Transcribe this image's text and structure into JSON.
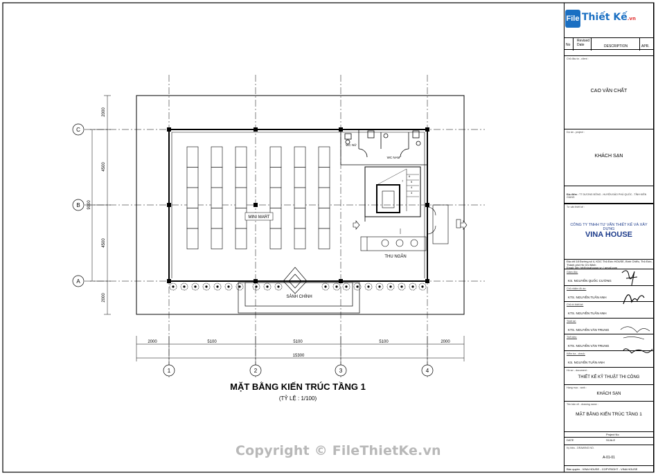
{
  "drawing": {
    "title": "MẶT BẰNG KIẾN TRÚC TẦNG 1",
    "scale": "(TỶ LỆ : 1/100)",
    "axes_vertical": [
      "1",
      "2",
      "3",
      "4"
    ],
    "axes_horizontal": [
      "C",
      "B",
      "A"
    ],
    "dims_bottom": [
      "2000",
      "5100",
      "5100",
      "5100",
      "2000"
    ],
    "dim_total": "15300",
    "dims_left": [
      "2000",
      "4500",
      "4500",
      "2000"
    ],
    "dim_left_total": "9000",
    "rooms": {
      "mini_mart": "MINI MART",
      "wc_nu": "WC NỮ",
      "wc_nam": "WC NAM",
      "thu_ngan": "THU NGÂN",
      "sanh_chinh": "SẢNH CHÍNH"
    },
    "stair_numbers": [
      "7",
      "6",
      "5",
      "4",
      "3"
    ]
  },
  "logo": {
    "badge": "File",
    "name": "Thiết Kế",
    "domain": ".vn"
  },
  "title_block": {
    "rev_no": "No",
    "rev_revised": "Revised",
    "rev_date": "Date",
    "rev_description": "DESCRIPTION",
    "rev_apr": "APR.",
    "client_caption": "Chủ đầu tư - client :",
    "client": "CAO VĂN CHẤT",
    "project_caption": "Dự án - project :",
    "project": "KHÁCH SẠN",
    "address_caption": "Địa điểm :",
    "address": "TT DƯƠNG ĐÔNG - HUYỆN ĐẢO PHÚ QUỐC - TỈNH KIÊN GIANG",
    "consultant_caption": "Tư vấn thiết kế :",
    "company_line": "CÔNG TY TNHH TƯ VẤN THIẾT KẾ VÀ XÂY DỰNG",
    "company_name": "VINA HOUSE",
    "company_addr": "Địa chỉ:18 Đường số 4, KDC Thủ Đức HOUSE, Bình Chiểu, Thủ Đức, Thành phố Hồ Chí Minh",
    "company_contact": "Email: liên hệ@vinahouse.vn | gmail.com",
    "roles": [
      {
        "role": "Giám đốc:",
        "name": "KS. NGUYỄN QUỐC CƯỜNG"
      },
      {
        "role": "Chủ nhiệm đồ án:",
        "name": "KTS. NGUYỄN TUẤN ANH"
      },
      {
        "role": "Chủ trì thiết kế:",
        "name": "KTS. NGUYỄN TUẤN ANH"
      },
      {
        "role": "Thiết kế:",
        "name": "KTS. NGUYỄN VĂN TRUNG"
      },
      {
        "role": "Thể hiện:",
        "name": "KTS. NGUYỄN VĂN TRUNG"
      },
      {
        "role": "Kiểm tra - check:",
        "name": "KS. NGUYỄN TUẤN ANH"
      }
    ],
    "document_caption": "Hồ sơ - document :",
    "document": "THIẾT KẾ KỸ THUẬT THI CÔNG",
    "hangmuc_caption": "Hạng mục - work :",
    "hangmuc": "KHÁCH SẠN",
    "drawing_caption": "Tên bản vẽ - drawing name :",
    "drawing_name": "MẶT BẰNG KIẾN TRÚC TẦNG 1",
    "project_no_label": "Project No",
    "date_label": "DATE",
    "scale_label": "SCALE",
    "drawing_no_label": "Ký hiệu - DRAWING NO.",
    "drawing_no": "A-01-01",
    "footer": "Bản quyền - VINA HOUSE - COPYRIGHT - VINA HOUSE"
  },
  "watermark": "Copyright © FileThietKe.vn"
}
